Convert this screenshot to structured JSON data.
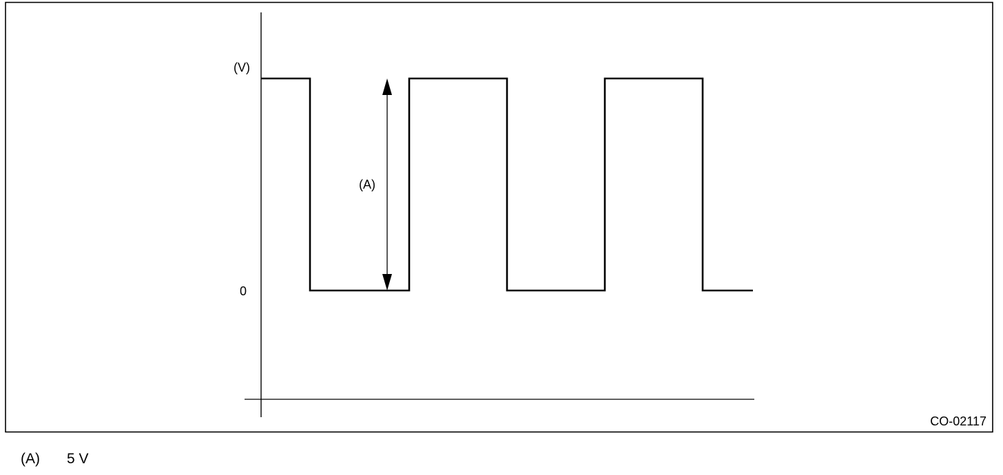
{
  "figure": {
    "id_code": "CO-02117"
  },
  "chart_data": {
    "type": "line",
    "y_unit_label": "(V)",
    "y_tick_labels": [
      "0"
    ],
    "y_levels": {
      "low": 0,
      "high": 5
    },
    "waveform": "square",
    "cycles_shown": 3,
    "series": [
      {
        "values": [
          5,
          5,
          0,
          0,
          5,
          5,
          0,
          0,
          5,
          5,
          0,
          0
        ]
      }
    ],
    "annotation": {
      "label": "(A)",
      "meaning": "amplitude between 0 and high level"
    },
    "grid": false
  },
  "legend": [
    {
      "key": "(A)",
      "value": "5 V"
    }
  ],
  "colors": {
    "line": "#000000",
    "background": "#ffffff"
  }
}
